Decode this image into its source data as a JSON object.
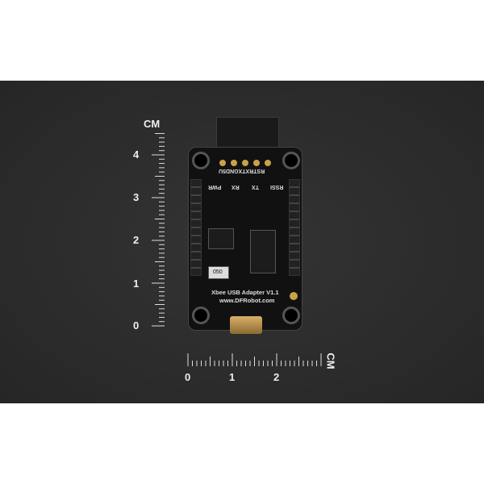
{
  "vertical_ruler": {
    "unit": "CM",
    "labels": [
      "4",
      "3",
      "2",
      "1",
      "0"
    ]
  },
  "horizontal_ruler": {
    "unit": "CM",
    "labels": [
      "0",
      "1",
      "2"
    ]
  },
  "board": {
    "pin_labels": "RSTRXTXGND5U",
    "led_labels": [
      "PWR",
      "RX",
      "TX",
      "RSSI"
    ],
    "title": "Xbee USB Adapter V1.1",
    "website": "www.DFRobot.com",
    "resistor_code": "050"
  }
}
